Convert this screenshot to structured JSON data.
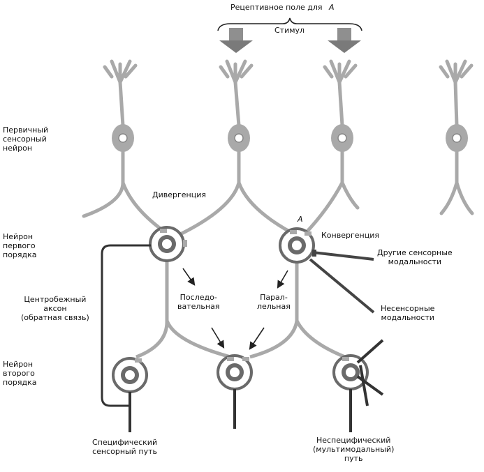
{
  "top": {
    "receptive_field": "Рецептивное поле для",
    "receptive_field_letter": "А",
    "stimulus": "Стимул"
  },
  "labels": {
    "primary_neuron": [
      "Первичный",
      "сенсорный",
      "нейрон"
    ],
    "first_order": [
      "Нейрон",
      "первого",
      "порядка"
    ],
    "second_order": [
      "Нейрон",
      "второго",
      "порядка"
    ],
    "divergence": "Дивергенция",
    "convergence": "Конвергенция",
    "neuron_a": "А",
    "other_modalities": [
      "Другие сенсорные",
      "модальности"
    ],
    "nonsensory": [
      "Несенсорные",
      "модальности"
    ],
    "centrifugal": [
      "Центробежный",
      "аксон",
      "(обратная связь)"
    ],
    "serial": [
      "Последо-",
      "вательная"
    ],
    "parallel": [
      "Парал-",
      "лельная"
    ],
    "specific_path": [
      "Специфический",
      "сенсорный путь"
    ],
    "nonspecific_path": [
      "Неспецифический",
      "(мультимодальный)",
      "путь"
    ]
  },
  "colors": {
    "neuron_gray": "#a9a9a9",
    "dark": "#333333",
    "ring": "#6a6a6a"
  }
}
